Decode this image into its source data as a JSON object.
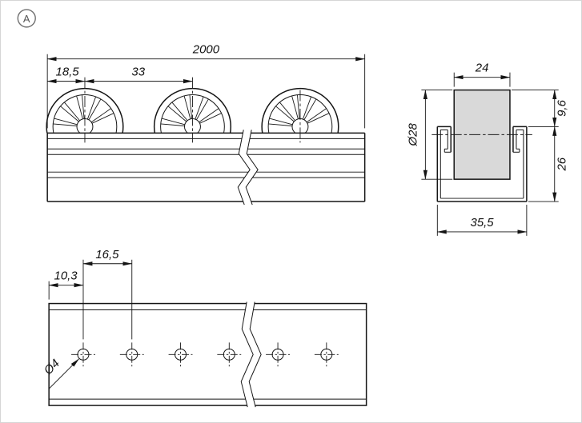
{
  "balloon": {
    "label": "A"
  },
  "side_view": {
    "dim_total_length": "2000",
    "dim_first_roller_offset": "18,5",
    "dim_roller_pitch": "33"
  },
  "cross_section": {
    "dim_roller_width": "24",
    "dim_protrusion": "9,6",
    "dim_roller_diameter": "Ø28",
    "dim_channel_height": "26",
    "dim_channel_width": "35,5"
  },
  "top_view": {
    "dim_hole_pitch": "16,5",
    "dim_hole_edge_distance": "10,3",
    "dim_hole_diameter": "Ø4"
  },
  "colors": {
    "line": "#151515",
    "roller_fill": "#d9d9d9",
    "background": "#ffffff"
  }
}
